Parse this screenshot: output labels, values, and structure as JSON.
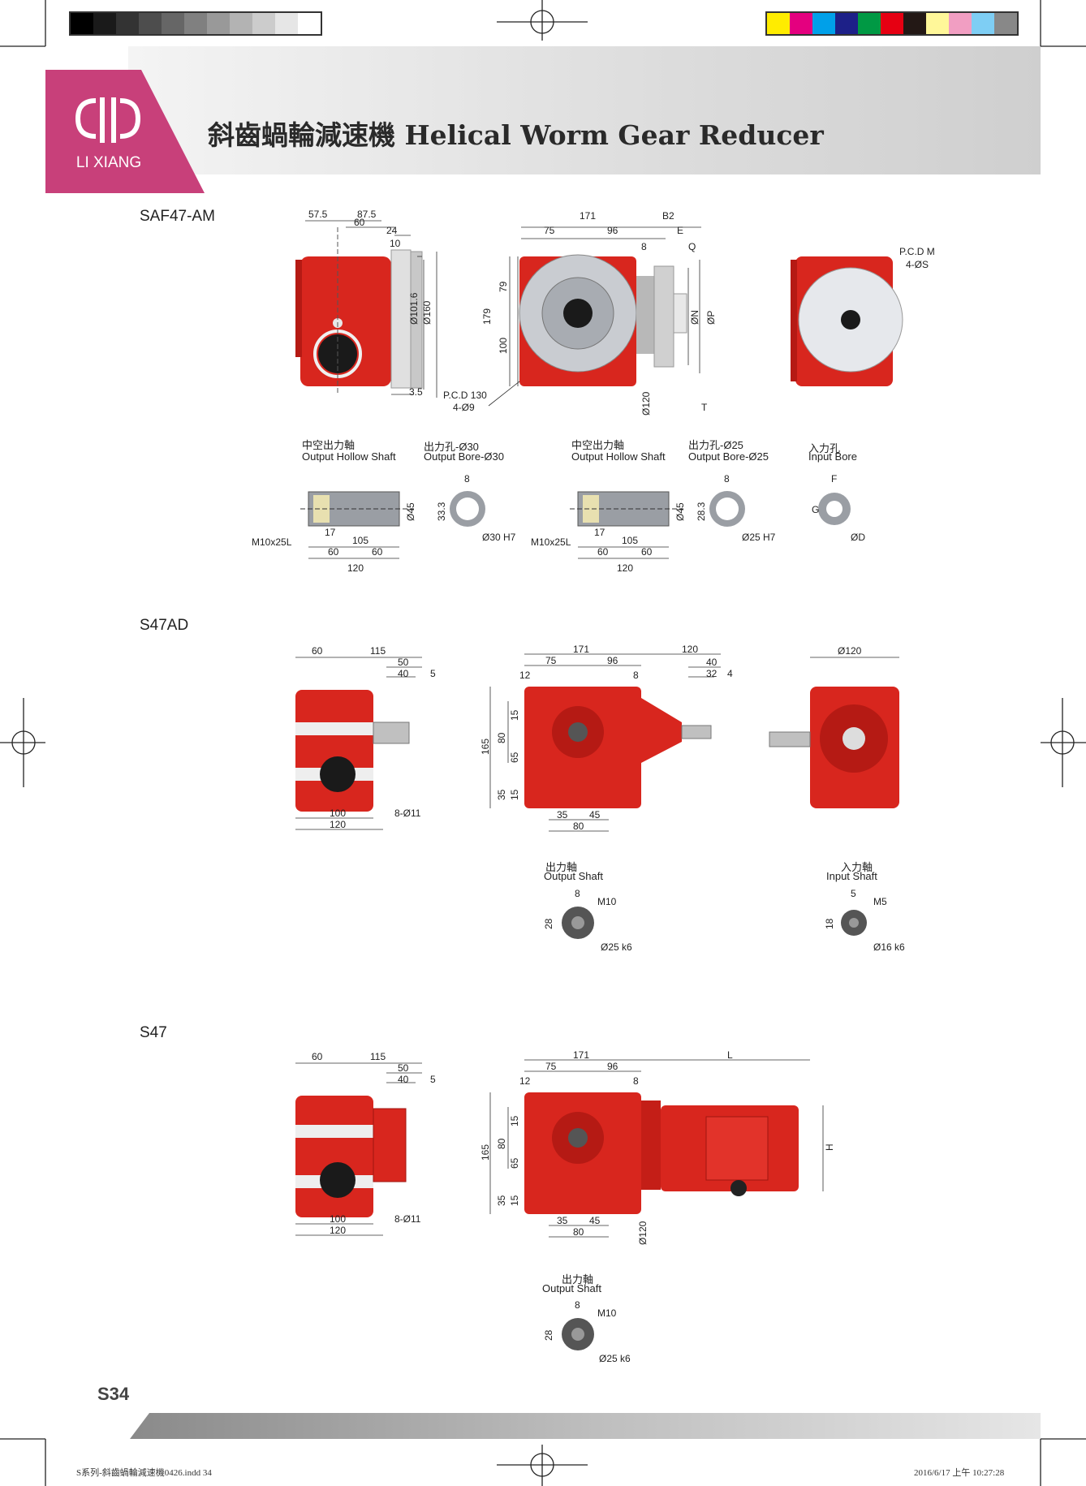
{
  "header": {
    "title": "斜齒蝸輪減速機 Helical Worm Gear Reducer",
    "brand": "LI XIANG",
    "brand_color": "#c8407a"
  },
  "sections": {
    "saf47": {
      "label": "SAF47-AM",
      "dims_side": [
        "57.5",
        "87.5",
        "60",
        "24",
        "10",
        "Ø101.6",
        "Ø160",
        "3.5"
      ],
      "dims_front": [
        "171",
        "75",
        "96",
        "B2",
        "E",
        "8",
        "Q",
        "79",
        "179",
        "100",
        "ØN",
        "ØP",
        "Ø120",
        "T"
      ],
      "pcd_note": [
        "P.C.D 130",
        "4-Ø9"
      ],
      "flange_note": [
        "P.C.D M",
        "4-ØS"
      ],
      "details": {
        "hollow1_title": [
          "中空出力軸",
          "Output Hollow Shaft"
        ],
        "bore1_title": [
          "出力孔-Ø30",
          "Output Bore-Ø30"
        ],
        "hollow2_title": [
          "中空出力軸",
          "Output Hollow Shaft"
        ],
        "bore2_title": [
          "出力孔-Ø25",
          "Output Bore-Ø25"
        ],
        "input_title": [
          "入力孔",
          "Input Bore"
        ],
        "hollow1_dims": [
          "M10x25L",
          "17",
          "105",
          "60",
          "60",
          "120",
          "Ø45"
        ],
        "bore1_dims": [
          "8",
          "33.3",
          "Ø30 H7"
        ],
        "hollow2_dims": [
          "M10x25L",
          "17",
          "105",
          "60",
          "60",
          "120",
          "Ø45"
        ],
        "bore2_dims": [
          "8",
          "28.3",
          "Ø25 H7"
        ],
        "input_dims": [
          "F",
          "G",
          "ØD"
        ]
      }
    },
    "s47ad": {
      "label": "S47AD",
      "dims_side": [
        "60",
        "115",
        "50",
        "40",
        "5",
        "100",
        "120",
        "8-Ø11"
      ],
      "dims_front": [
        "171",
        "75",
        "96",
        "120",
        "40",
        "32",
        "4",
        "12",
        "8",
        "165",
        "80",
        "65",
        "15",
        "35",
        "15",
        "35",
        "45",
        "80"
      ],
      "dims_right": [
        "Ø120"
      ],
      "output_shaft": {
        "title": [
          "出力軸",
          "Output Shaft"
        ],
        "dims": [
          "8",
          "M10",
          "28",
          "Ø25 k6"
        ]
      },
      "input_shaft": {
        "title": [
          "入力軸",
          "Input Shaft"
        ],
        "dims": [
          "5",
          "M5",
          "18",
          "Ø16 k6"
        ]
      }
    },
    "s47": {
      "label": "S47",
      "dims_side": [
        "60",
        "115",
        "50",
        "40",
        "5",
        "100",
        "120",
        "8-Ø11"
      ],
      "dims_front": [
        "171",
        "75",
        "96",
        "L",
        "12",
        "8",
        "165",
        "80",
        "65",
        "15",
        "35",
        "15",
        "35",
        "45",
        "80",
        "Ø120",
        "H"
      ],
      "output_shaft": {
        "title": [
          "出力軸",
          "Output Shaft"
        ],
        "dims": [
          "8",
          "M10",
          "28",
          "Ø25 k6"
        ]
      }
    }
  },
  "footer": {
    "page_number": "S34",
    "file_name": "S系列-斜齒蝸輪減速機0426.indd   34",
    "timestamp": "2016/6/17   上午 10:27:28"
  },
  "colors": {
    "gear_red": "#d8261e",
    "gray_left": [
      "#000000",
      "#1a1a1a",
      "#333333",
      "#4d4d4d",
      "#666666",
      "#808080",
      "#999999",
      "#b3b3b3",
      "#cccccc",
      "#e6e6e6",
      "#ffffff"
    ],
    "color_bar": [
      "#ffec00",
      "#e4007f",
      "#00a0e9",
      "#1d2088",
      "#009944",
      "#e60012",
      "#231815",
      "#fff799",
      "#f19ec2",
      "#7ecef4",
      "#888888"
    ]
  }
}
